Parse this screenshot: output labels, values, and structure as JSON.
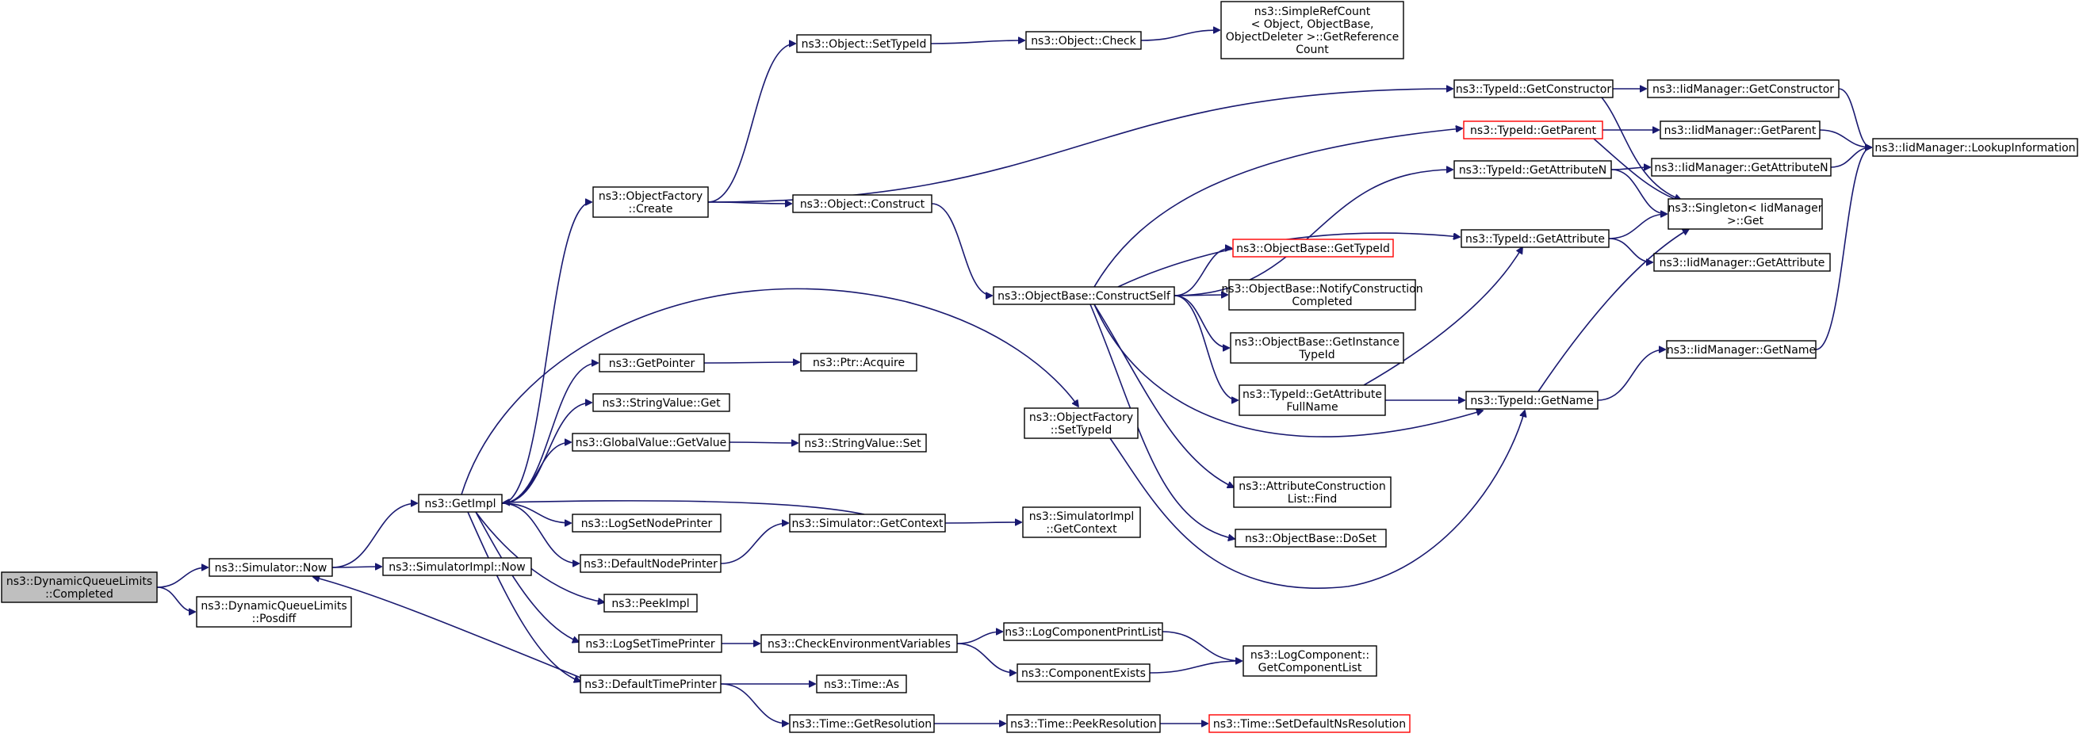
{
  "colors": {
    "edge": "#191970",
    "root_fill": "#bfbfbf",
    "incomplete_border": "#ff0000",
    "node_border": "#000000"
  },
  "nodes": [
    {
      "id": "root",
      "lines": [
        "ns3::DynamicQueueLimits",
        "::Completed"
      ],
      "style": "root"
    },
    {
      "id": "simNow",
      "lines": [
        "ns3::Simulator::Now"
      ]
    },
    {
      "id": "posdiff",
      "lines": [
        "ns3::DynamicQueueLimits",
        "::Posdiff"
      ]
    },
    {
      "id": "getImpl",
      "lines": [
        "ns3::GetImpl"
      ]
    },
    {
      "id": "simImplNow",
      "lines": [
        "ns3::SimulatorImpl::Now"
      ]
    },
    {
      "id": "ofCreate",
      "lines": [
        "ns3::ObjectFactory",
        "::Create"
      ]
    },
    {
      "id": "getPointer",
      "lines": [
        "ns3::GetPointer"
      ]
    },
    {
      "id": "svGet",
      "lines": [
        "ns3::StringValue::Get"
      ]
    },
    {
      "id": "gvGetValue",
      "lines": [
        "ns3::GlobalValue::GetValue"
      ]
    },
    {
      "id": "logSetNode",
      "lines": [
        "ns3::LogSetNodePrinter"
      ]
    },
    {
      "id": "defNode",
      "lines": [
        "ns3::DefaultNodePrinter"
      ]
    },
    {
      "id": "peekImpl",
      "lines": [
        "ns3::PeekImpl"
      ]
    },
    {
      "id": "logSetTime",
      "lines": [
        "ns3::LogSetTimePrinter"
      ]
    },
    {
      "id": "defTime",
      "lines": [
        "ns3::DefaultTimePrinter"
      ]
    },
    {
      "id": "objSetTypeId",
      "lines": [
        "ns3::Object::SetTypeId"
      ]
    },
    {
      "id": "objConstruct",
      "lines": [
        "ns3::Object::Construct"
      ]
    },
    {
      "id": "ptrAcquire",
      "lines": [
        "ns3::Ptr::Acquire"
      ]
    },
    {
      "id": "svSet",
      "lines": [
        "ns3::StringValue::Set"
      ]
    },
    {
      "id": "simGetContext",
      "lines": [
        "ns3::Simulator::GetContext"
      ]
    },
    {
      "id": "checkEnv",
      "lines": [
        "ns3::CheckEnvironmentVariables"
      ]
    },
    {
      "id": "timeAs",
      "lines": [
        "ns3::Time::As"
      ]
    },
    {
      "id": "timeGetRes",
      "lines": [
        "ns3::Time::GetResolution"
      ]
    },
    {
      "id": "objCheck",
      "lines": [
        "ns3::Object::Check"
      ]
    },
    {
      "id": "constructSelf",
      "lines": [
        "ns3::ObjectBase::ConstructSelf"
      ]
    },
    {
      "id": "ofSetTypeId",
      "lines": [
        "ns3::ObjectFactory",
        "::SetTypeId"
      ]
    },
    {
      "id": "simImplGetCtx",
      "lines": [
        "ns3::SimulatorImpl",
        "::GetContext"
      ]
    },
    {
      "id": "logCompPrint",
      "lines": [
        "ns3::LogComponentPrintList"
      ]
    },
    {
      "id": "compExists",
      "lines": [
        "ns3::ComponentExists"
      ]
    },
    {
      "id": "timePeekRes",
      "lines": [
        "ns3::Time::PeekResolution"
      ]
    },
    {
      "id": "refCount",
      "lines": [
        "ns3::SimpleRefCount",
        "< Object, ObjectBase,",
        "ObjectDeleter >::GetReference",
        "Count"
      ]
    },
    {
      "id": "obGetTypeId",
      "lines": [
        "ns3::ObjectBase::GetTypeId"
      ],
      "style": "red"
    },
    {
      "id": "obNotify",
      "lines": [
        "ns3::ObjectBase::NotifyConstruction",
        "Completed"
      ]
    },
    {
      "id": "obGetInst",
      "lines": [
        "ns3::ObjectBase::GetInstance",
        "TypeId"
      ]
    },
    {
      "id": "tidGetAttrFull",
      "lines": [
        "ns3::TypeId::GetAttribute",
        "FullName"
      ]
    },
    {
      "id": "attrFind",
      "lines": [
        "ns3::AttributeConstruction",
        "List::Find"
      ]
    },
    {
      "id": "obDoSet",
      "lines": [
        "ns3::ObjectBase::DoSet"
      ]
    },
    {
      "id": "logCompGet",
      "lines": [
        "ns3::LogComponent::",
        "GetComponentList"
      ]
    },
    {
      "id": "timeSetDef",
      "lines": [
        "ns3::Time::SetDefaultNsResolution"
      ],
      "style": "red"
    },
    {
      "id": "tidGetCtor",
      "lines": [
        "ns3::TypeId::GetConstructor"
      ]
    },
    {
      "id": "tidGetParent",
      "lines": [
        "ns3::TypeId::GetParent"
      ],
      "style": "red"
    },
    {
      "id": "tidGetAttrN",
      "lines": [
        "ns3::TypeId::GetAttributeN"
      ]
    },
    {
      "id": "tidGetAttr",
      "lines": [
        "ns3::TypeId::GetAttribute"
      ]
    },
    {
      "id": "tidGetName",
      "lines": [
        "ns3::TypeId::GetName"
      ]
    },
    {
      "id": "iidGetCtor",
      "lines": [
        "ns3::IidManager::GetConstructor"
      ]
    },
    {
      "id": "iidGetParent",
      "lines": [
        "ns3::IidManager::GetParent"
      ]
    },
    {
      "id": "iidGetAttrN",
      "lines": [
        "ns3::IidManager::GetAttributeN"
      ]
    },
    {
      "id": "singleton",
      "lines": [
        "ns3::Singleton< IidManager",
        ">::Get"
      ]
    },
    {
      "id": "iidGetAttr",
      "lines": [
        "ns3::IidManager::GetAttribute"
      ]
    },
    {
      "id": "iidGetName",
      "lines": [
        "ns3::IidManager::GetName"
      ]
    },
    {
      "id": "iidLookup",
      "lines": [
        "ns3::IidManager::LookupInformation"
      ]
    }
  ],
  "edges": [
    [
      "root",
      "simNow"
    ],
    [
      "root",
      "posdiff"
    ],
    [
      "simNow",
      "getImpl"
    ],
    [
      "simNow",
      "simImplNow"
    ],
    [
      "getImpl",
      "ofCreate"
    ],
    [
      "getImpl",
      "getPointer"
    ],
    [
      "getImpl",
      "svGet"
    ],
    [
      "getImpl",
      "gvGetValue"
    ],
    [
      "getImpl",
      "logSetNode"
    ],
    [
      "getImpl",
      "defNode"
    ],
    [
      "getImpl",
      "peekImpl"
    ],
    [
      "getImpl",
      "logSetTime"
    ],
    [
      "getImpl",
      "defTime"
    ],
    [
      "getImpl",
      "ofSetTypeId"
    ],
    [
      "ofCreate",
      "objSetTypeId"
    ],
    [
      "ofCreate",
      "objConstruct"
    ],
    [
      "ofCreate",
      "tidGetCtor"
    ],
    [
      "getPointer",
      "ptrAcquire"
    ],
    [
      "gvGetValue",
      "svSet"
    ],
    [
      "defNode",
      "simGetContext"
    ],
    [
      "simGetContext",
      "getImpl"
    ],
    [
      "simGetContext",
      "simImplGetCtx"
    ],
    [
      "logSetTime",
      "checkEnv"
    ],
    [
      "defTime",
      "simNow"
    ],
    [
      "defTime",
      "timeAs"
    ],
    [
      "defTime",
      "timeGetRes"
    ],
    [
      "objSetTypeId",
      "objCheck"
    ],
    [
      "objCheck",
      "refCount"
    ],
    [
      "objConstruct",
      "constructSelf"
    ],
    [
      "constructSelf",
      "tidGetParent"
    ],
    [
      "constructSelf",
      "tidGetAttrN"
    ],
    [
      "constructSelf",
      "tidGetAttr"
    ],
    [
      "constructSelf",
      "obGetTypeId"
    ],
    [
      "constructSelf",
      "obNotify"
    ],
    [
      "constructSelf",
      "obGetInst"
    ],
    [
      "constructSelf",
      "tidGetAttrFull"
    ],
    [
      "constructSelf",
      "tidGetName"
    ],
    [
      "constructSelf",
      "attrFind"
    ],
    [
      "constructSelf",
      "obDoSet"
    ],
    [
      "ofSetTypeId",
      "tidGetName"
    ],
    [
      "checkEnv",
      "logCompPrint"
    ],
    [
      "checkEnv",
      "compExists"
    ],
    [
      "logCompPrint",
      "logCompGet"
    ],
    [
      "compExists",
      "logCompGet"
    ],
    [
      "timeGetRes",
      "timePeekRes"
    ],
    [
      "timePeekRes",
      "timeSetDef"
    ],
    [
      "tidGetAttrFull",
      "tidGetAttr"
    ],
    [
      "tidGetAttrFull",
      "tidGetName"
    ],
    [
      "tidGetCtor",
      "iidGetCtor"
    ],
    [
      "tidGetCtor",
      "singleton"
    ],
    [
      "tidGetParent",
      "iidGetParent"
    ],
    [
      "tidGetParent",
      "singleton"
    ],
    [
      "tidGetAttrN",
      "iidGetAttrN"
    ],
    [
      "tidGetAttrN",
      "singleton"
    ],
    [
      "tidGetAttr",
      "singleton"
    ],
    [
      "tidGetAttr",
      "iidGetAttr"
    ],
    [
      "tidGetName",
      "singleton"
    ],
    [
      "tidGetName",
      "iidGetName"
    ],
    [
      "iidGetCtor",
      "iidLookup"
    ],
    [
      "iidGetParent",
      "iidLookup"
    ],
    [
      "iidGetAttrN",
      "iidLookup"
    ],
    [
      "iidGetName",
      "iidLookup"
    ]
  ]
}
